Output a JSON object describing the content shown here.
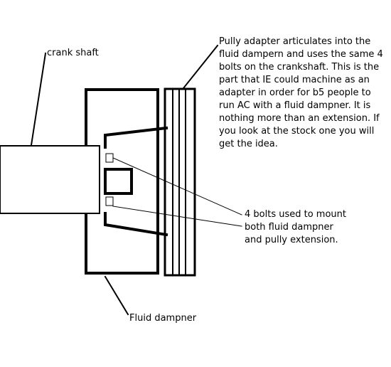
{
  "labels": {
    "crankshaft": "crank shaft",
    "pulley_adapter": [
      "Pully adapter articulates into the",
      "fluid dampern and uses the same 4",
      "bolts on the crankshaft.   This is the",
      "part that IE could machine as an",
      "adapter in order for b5 people to",
      "run AC with a fluid dampner.  It is",
      "nothing more than an extension.  If",
      "you look at the stock one you will",
      "get the idea."
    ],
    "bolts": [
      "4 bolts used to mount",
      "both fluid dampner",
      "and pully extension."
    ],
    "fluid_damper": "Fluid dampner"
  },
  "colors": {
    "ink": "#000000",
    "background": "#ffffff"
  }
}
